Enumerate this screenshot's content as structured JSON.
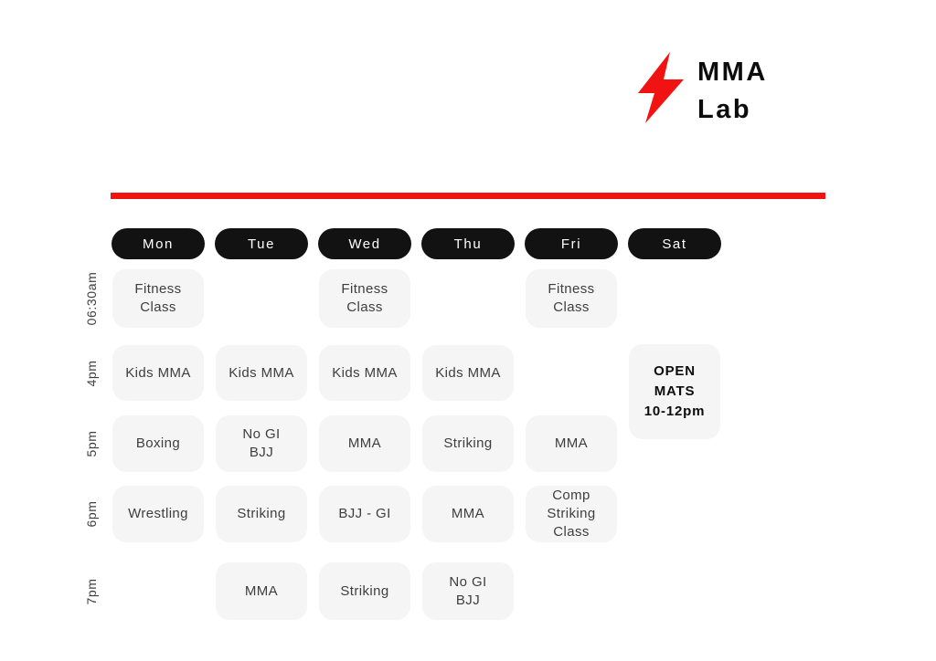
{
  "logo": {
    "icon": "lightning-bolt",
    "line1": "MMA",
    "line2": "Lab"
  },
  "colors": {
    "accent_red": "#f01311",
    "pill_bg": "#121212",
    "pill_text": "#ffffff",
    "cell_bg": "#f5f5f5",
    "cell_text": "#3e3e3e",
    "emphasis_text": "#0c0c0c"
  },
  "schedule": {
    "days": [
      "Mon",
      "Tue",
      "Wed",
      "Thu",
      "Fri",
      "Sat"
    ],
    "times": [
      "06:30am",
      "4pm",
      "5pm",
      "6pm",
      "7pm"
    ],
    "cells": [
      {
        "day": "Mon",
        "time": "06:30am",
        "row": 0,
        "col": 0,
        "lines": [
          "Fitness",
          "Class"
        ]
      },
      {
        "day": "Wed",
        "time": "06:30am",
        "row": 0,
        "col": 2,
        "lines": [
          "Fitness",
          "Class"
        ]
      },
      {
        "day": "Fri",
        "time": "06:30am",
        "row": 0,
        "col": 4,
        "lines": [
          "Fitness",
          "Class"
        ]
      },
      {
        "day": "Mon",
        "time": "4pm",
        "row": 1,
        "col": 0,
        "lines": [
          "Kids MMA"
        ]
      },
      {
        "day": "Tue",
        "time": "4pm",
        "row": 1,
        "col": 1,
        "lines": [
          "Kids MMA"
        ]
      },
      {
        "day": "Wed",
        "time": "4pm",
        "row": 1,
        "col": 2,
        "lines": [
          "Kids MMA"
        ]
      },
      {
        "day": "Thu",
        "time": "4pm",
        "row": 1,
        "col": 3,
        "lines": [
          "Kids MMA"
        ]
      },
      {
        "day": "Sat",
        "time": "4pm",
        "row": 1,
        "col": 5,
        "lines": [
          "OPEN",
          "MATS",
          "10-12pm"
        ],
        "emphasis": true,
        "tall": true
      },
      {
        "day": "Mon",
        "time": "5pm",
        "row": 2,
        "col": 0,
        "lines": [
          "Boxing"
        ]
      },
      {
        "day": "Tue",
        "time": "5pm",
        "row": 2,
        "col": 1,
        "lines": [
          "No GI",
          "BJJ"
        ]
      },
      {
        "day": "Wed",
        "time": "5pm",
        "row": 2,
        "col": 2,
        "lines": [
          "MMA"
        ]
      },
      {
        "day": "Thu",
        "time": "5pm",
        "row": 2,
        "col": 3,
        "lines": [
          "Striking"
        ]
      },
      {
        "day": "Fri",
        "time": "5pm",
        "row": 2,
        "col": 4,
        "lines": [
          "MMA"
        ]
      },
      {
        "day": "Mon",
        "time": "6pm",
        "row": 3,
        "col": 0,
        "lines": [
          "Wrestling"
        ]
      },
      {
        "day": "Tue",
        "time": "6pm",
        "row": 3,
        "col": 1,
        "lines": [
          "Striking"
        ]
      },
      {
        "day": "Wed",
        "time": "6pm",
        "row": 3,
        "col": 2,
        "lines": [
          "BJJ - GI"
        ]
      },
      {
        "day": "Thu",
        "time": "6pm",
        "row": 3,
        "col": 3,
        "lines": [
          "MMA"
        ]
      },
      {
        "day": "Fri",
        "time": "6pm",
        "row": 3,
        "col": 4,
        "lines": [
          "Comp",
          "Striking",
          "Class"
        ]
      },
      {
        "day": "Tue",
        "time": "7pm",
        "row": 4,
        "col": 1,
        "lines": [
          "MMA"
        ]
      },
      {
        "day": "Wed",
        "time": "7pm",
        "row": 4,
        "col": 2,
        "lines": [
          "Striking"
        ]
      },
      {
        "day": "Thu",
        "time": "7pm",
        "row": 4,
        "col": 3,
        "lines": [
          "No GI",
          "BJJ"
        ]
      }
    ]
  }
}
